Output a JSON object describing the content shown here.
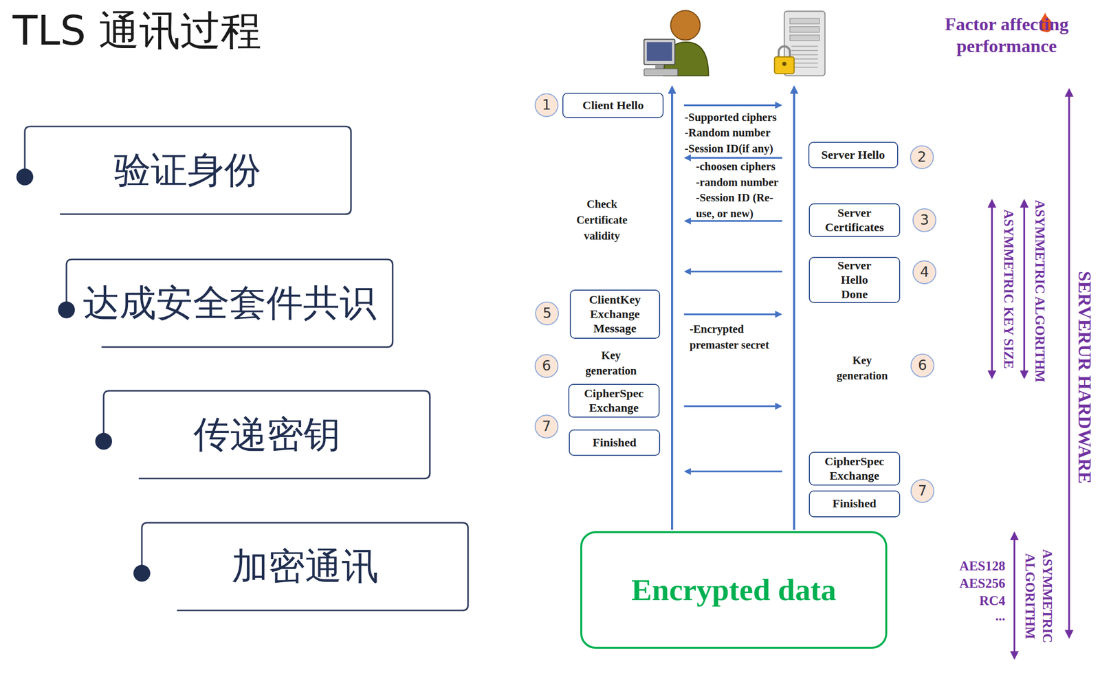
{
  "diagram": {
    "title": "TLS 通讯过程",
    "nodes": [
      {
        "text": [
          "验证身份"
        ]
      },
      {
        "text": [
          "达成安全套件共识"
        ]
      },
      {
        "text": [
          "传递密钥"
        ]
      },
      {
        "text": [
          "加密通讯"
        ]
      },
      {
        "text": [
          "1"
        ]
      },
      {
        "text": [
          "Client Hello"
        ]
      },
      {
        "text": [
          "Server Hello"
        ]
      },
      {
        "text": [
          "2"
        ]
      },
      {
        "text": [
          "Server Certificates"
        ]
      },
      {
        "text": [
          "3"
        ]
      },
      {
        "text": [
          "Server Hello Done"
        ]
      },
      {
        "text": [
          "4"
        ]
      },
      {
        "text": [
          "5"
        ]
      },
      {
        "text": [
          "ClientKey Exchange Message"
        ]
      },
      {
        "text": [
          "6"
        ]
      },
      {
        "text": [
          "6"
        ]
      },
      {
        "text": [
          "CipherSpec Exchange"
        ]
      },
      {
        "text": [
          "7"
        ]
      },
      {
        "text": [
          "Finished"
        ]
      },
      {
        "text": [
          "CipherSpec Exchange"
        ]
      },
      {
        "text": [
          "Finished"
        ]
      },
      {
        "text": [
          "7"
        ]
      },
      {
        "text": [
          "Encrypted data"
        ]
      }
    ],
    "labels": [
      "Factor affecting performance",
      "-Supported ciphers",
      "-Random number",
      "-Session ID(if any)",
      "-choosen ciphers",
      "-random number",
      "-Session ID (Re-use, or new)",
      "Check Certificate validity",
      "-Encrypted premaster secret",
      "Key generation",
      "Key generation",
      "SERVERUR HARDWARE",
      "ASYMMETRIC ALGORITHM",
      "ASYMMETRIC KEY SIZE",
      "AES128",
      "AES256",
      "RC4",
      "...",
      "ASYMMETRIC ALGORITHM"
    ]
  }
}
